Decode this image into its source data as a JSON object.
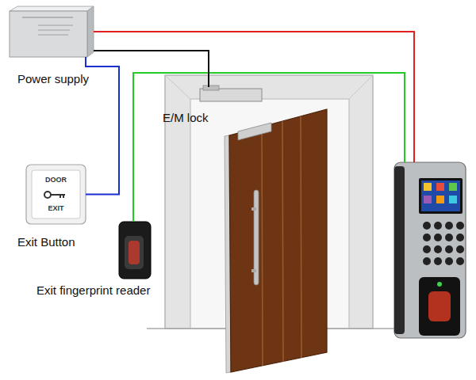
{
  "diagram": {
    "nodes": [
      {
        "text": [
          "Power supply"
        ]
      },
      {
        "text": [
          "E/M lock"
        ]
      },
      {
        "text": [
          "Exit Button"
        ]
      },
      {
        "text": [
          "Exit fingerprint reader"
        ]
      }
    ],
    "edges": [
      {
        "from": 0,
        "to": 1,
        "arrow": "none"
      },
      {
        "from": 0,
        "to": 2,
        "arrow": "none"
      }
    ],
    "labels": [
      "DOOR",
      "EXIT"
    ]
  }
}
